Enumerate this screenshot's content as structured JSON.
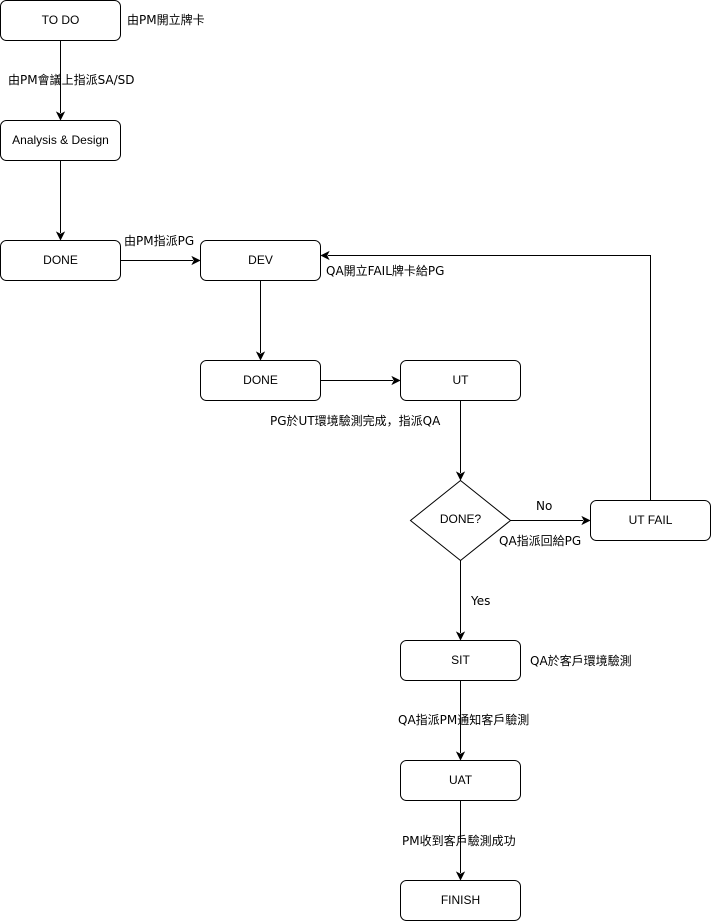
{
  "nodes": {
    "todo": "TO DO",
    "analysis": "Analysis & Design",
    "done1": "DONE",
    "dev": "DEV",
    "done2": "DONE",
    "ut": "UT",
    "decision": "DONE?",
    "ut_fail": "UT FAIL",
    "sit": "SIT",
    "uat": "UAT",
    "finish": "FINISH"
  },
  "notes": {
    "todo_note": "由PM開立牌卡",
    "todo_to_analysis": "由PM會議上指派SA/SD",
    "done1_to_dev": "由PM指派PG",
    "fail_to_dev": "QA開立FAIL牌卡給PG",
    "ut_to_decision": "PG於UT環境驗測完成，指派QA",
    "no": "No",
    "no_note": "QA指派回給PG",
    "yes": "Yes",
    "sit_note": "QA於客戶環境驗測",
    "sit_to_uat": "QA指派PM通知客戶驗測",
    "uat_to_finish": "PM收到客戶驗測成功"
  }
}
